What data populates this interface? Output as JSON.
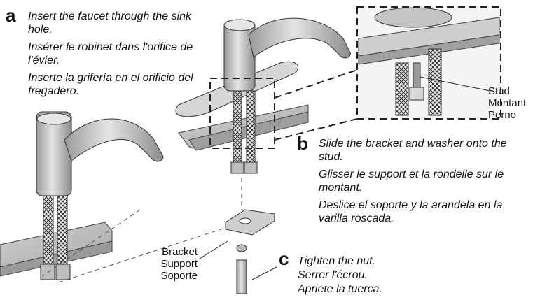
{
  "steps": {
    "a": {
      "letter": "a",
      "lines": [
        "Insert the faucet through the sink hole.",
        "Insérer le robinet dans l'orifice de l'évier.",
        "Inserte la grifería en el orificio del fregadero."
      ]
    },
    "b": {
      "letter": "b",
      "lines": [
        "Slide the bracket and washer onto the stud.",
        "Glisser le support et la rondelle sur le montant.",
        "Deslice el soporte y la arandela en la varilla roscada."
      ]
    },
    "c": {
      "letter": "c",
      "lines": [
        "Tighten the nut.",
        "Serrer l'écrou.",
        "Apriete la tuerca."
      ]
    }
  },
  "labels": {
    "stud": [
      "Stud",
      "Montant",
      "Perno"
    ],
    "bracket": [
      "Bracket",
      "Support",
      "Soporte"
    ]
  }
}
